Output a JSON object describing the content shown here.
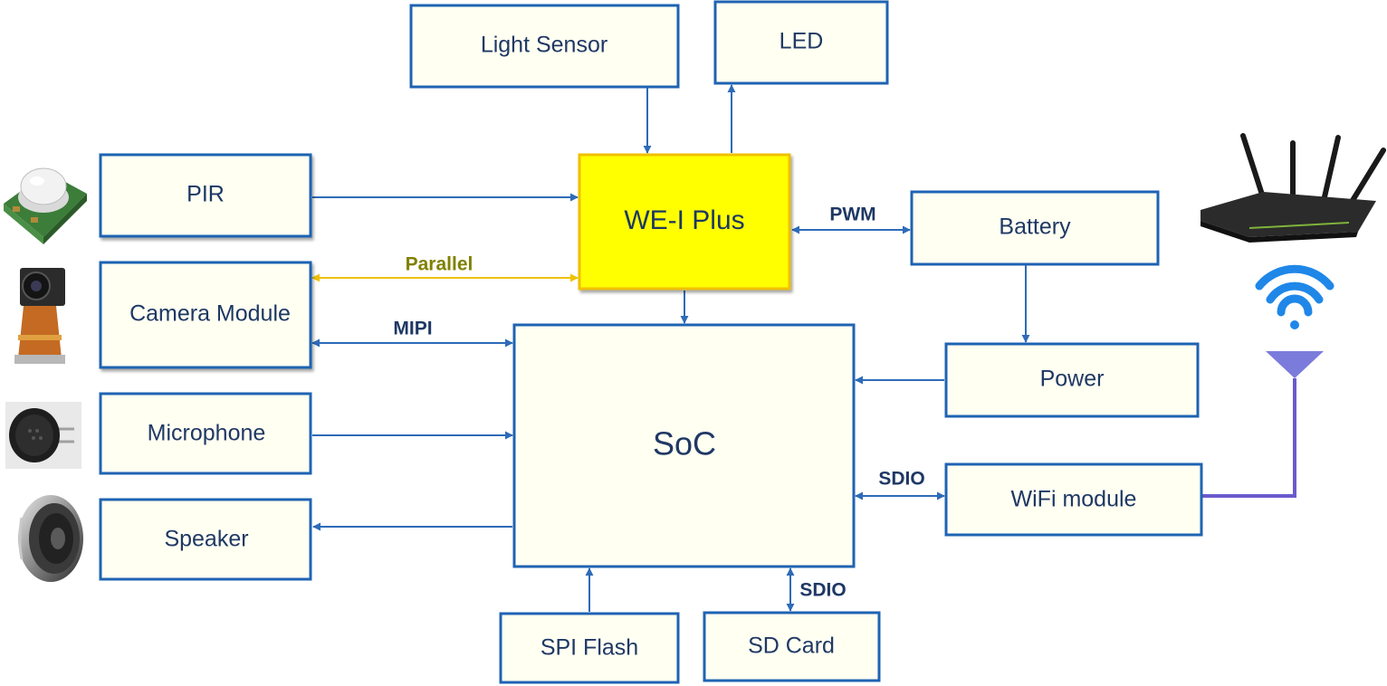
{
  "diagram": {
    "blocks": {
      "light_sensor": "Light Sensor",
      "led": "LED",
      "pir": "PIR",
      "we_i_plus": "WE-I Plus",
      "battery": "Battery",
      "camera_module": "Camera Module",
      "power": "Power",
      "soc": "SoC",
      "microphone": "Microphone",
      "wifi_module": "WiFi module",
      "speaker": "Speaker",
      "spi_flash": "SPI Flash",
      "sd_card": "SD Card"
    },
    "links": {
      "parallel": "Parallel",
      "mipi": "MIPI",
      "pwm": "PWM",
      "sdio_wifi": "SDIO",
      "sdio_sd": "SDIO"
    }
  },
  "colors": {
    "box_fill": "#fffff2",
    "box_border": "#1f63b3",
    "highlight_fill": "#ffff00",
    "highlight_border": "#f0c000",
    "arrow": "#2e6bb8",
    "parallel_arrow": "#f0c000",
    "parallel_label": "#808000",
    "label_dark": "#1f3864",
    "antenna": "#6a5acd",
    "wifi_icon": "#1f87e8"
  },
  "icons": [
    "pir-sensor-icon",
    "camera-module-icon",
    "microphone-icon",
    "speaker-icon",
    "router-icon",
    "wifi-signal-icon",
    "antenna-icon"
  ]
}
